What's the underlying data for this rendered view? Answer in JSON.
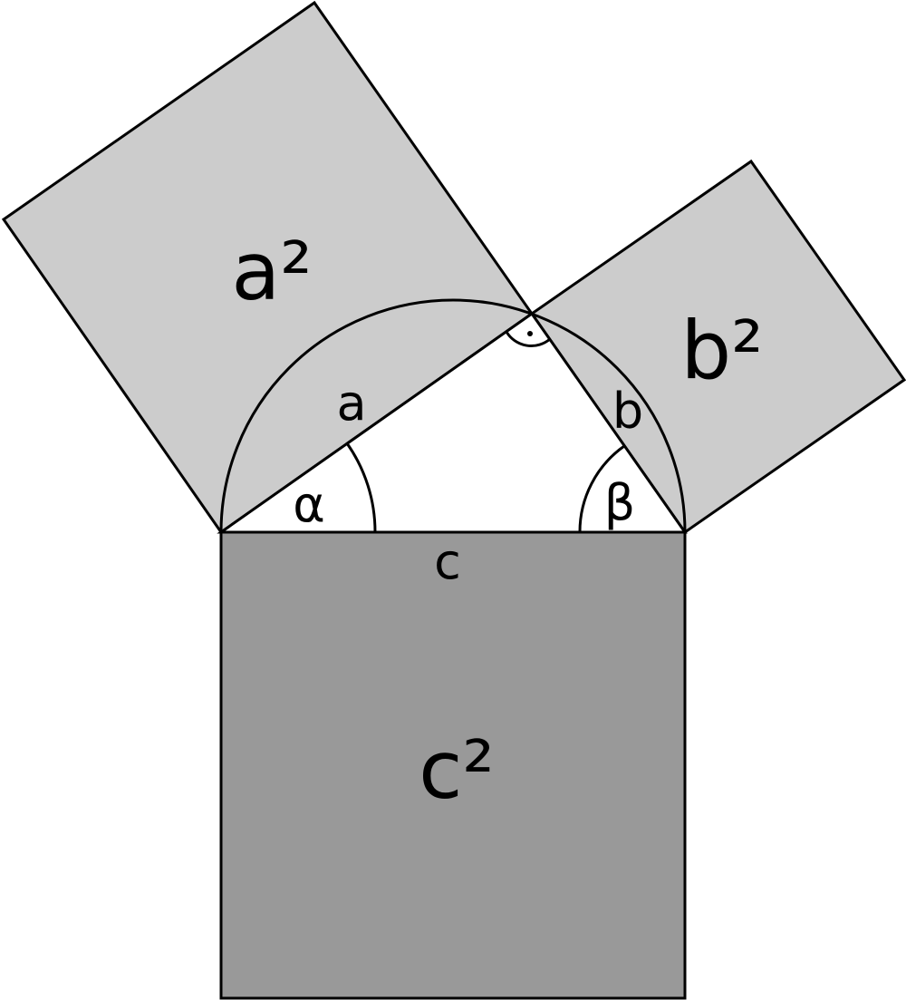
{
  "diagram": {
    "squares": {
      "a_square_label": "a²",
      "b_square_label": "b²",
      "c_square_label": "c²"
    },
    "sides": {
      "a_label": "a",
      "b_label": "b",
      "c_label": "c"
    },
    "angles": {
      "alpha_label": "α",
      "beta_label": "β"
    },
    "colors": {
      "leg_squares_fill": "#cccccc",
      "hypotenuse_square_fill": "#999999",
      "triangle_fill": "#ffffff",
      "stroke": "#000000"
    }
  }
}
